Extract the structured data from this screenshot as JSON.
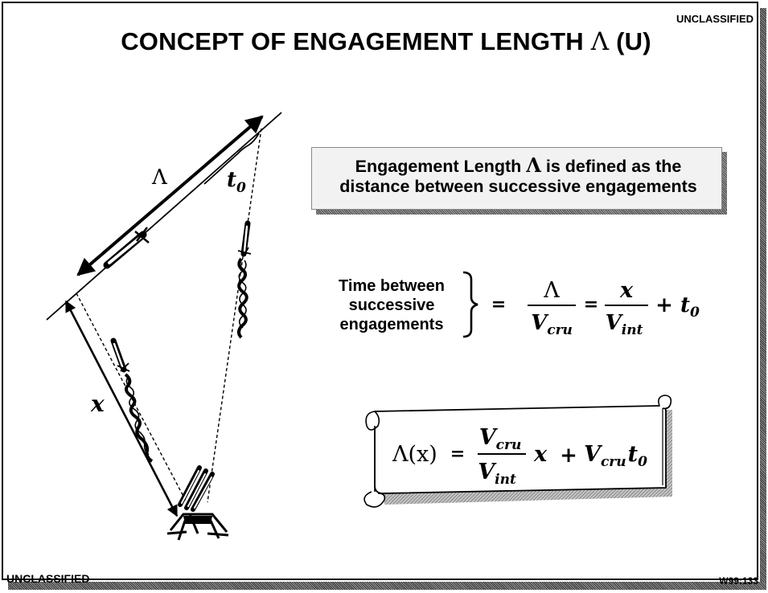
{
  "header": {
    "classification": "UNCLASSIFIED",
    "title_text": "CONCEPT OF ENGAGEMENT LENGTH",
    "title_symbol": "Λ",
    "title_suffix": "(U)"
  },
  "footer": {
    "classification": "UNCLASSIFIED",
    "code": "W99:133"
  },
  "definition": {
    "line1_before": "Engagement Length",
    "symbol": "Λ",
    "line1_after": "is defined as the",
    "line2": "distance between successive engagements"
  },
  "time_equation": {
    "label_lines": [
      "Time between",
      "successive",
      "engagements"
    ],
    "equals": "=",
    "frac1_num": "Λ",
    "frac1_den_main": "V",
    "frac1_den_sub": "cru",
    "frac2_num": "x",
    "frac2_den_main": "V",
    "frac2_den_sub": "int",
    "plus": "+",
    "t_main": "t",
    "t_sub": "0"
  },
  "scroll_equation": {
    "lhs": "Λ(x)",
    "equals": "=",
    "frac_num_main": "V",
    "frac_num_sub": "cru",
    "frac_den_main": "V",
    "frac_den_sub": "int",
    "x": "x",
    "plus": "+",
    "v_main": "V",
    "v_sub": "cru",
    "t_main": "t",
    "t_sub": "0"
  },
  "diagram": {
    "lambda_label": "Λ",
    "t0_main": "t",
    "t0_sub": "0",
    "x_label": "x"
  }
}
